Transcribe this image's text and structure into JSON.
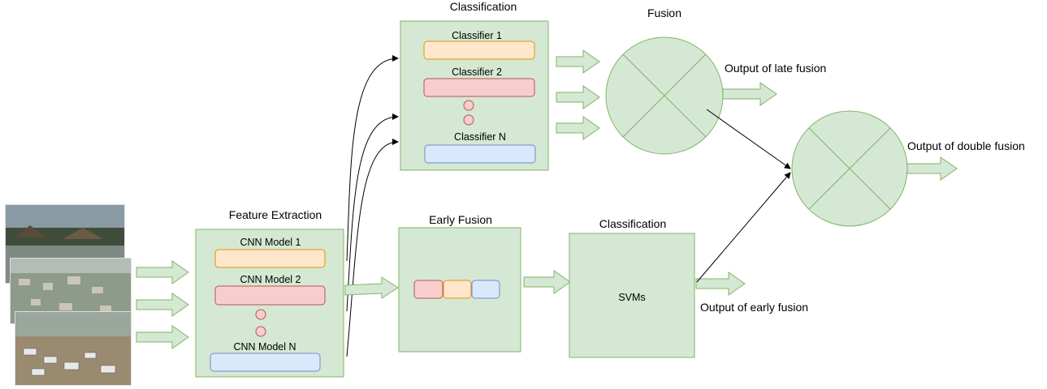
{
  "title_classification_top": "Classification",
  "title_fusion": "Fusion",
  "title_feature_extraction": "Feature Extraction",
  "title_early_fusion": "Early Fusion",
  "title_classification_bottom": "Classification",
  "classifiers": [
    "Classifier 1",
    "Classifier 2",
    "Classifier N"
  ],
  "cnn_models": [
    "CNN Model  1",
    "CNN Model  2",
    "CNN Model N"
  ],
  "svm_label": "SVMs",
  "output_late": "Output of late fusion",
  "output_early": "Output of early fusion",
  "output_double": "Output of double fusion",
  "colors": {
    "box_fill": "#d5e8d4",
    "box_stroke": "#82b366",
    "orange_fill": "#ffe6cc",
    "orange_stroke": "#d79b00",
    "red_fill": "#f8cecc",
    "red_stroke": "#b85450",
    "blue_fill": "#dae8fc",
    "blue_stroke": "#6c8ebf"
  }
}
